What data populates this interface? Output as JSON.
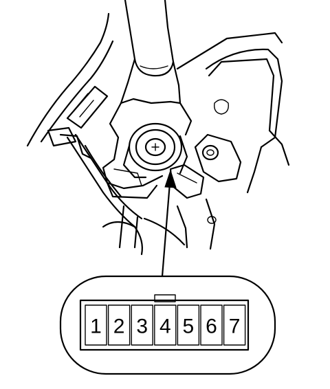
{
  "connector": {
    "pins": [
      "1",
      "2",
      "3",
      "4",
      "5",
      "6",
      "7"
    ]
  },
  "colors": {
    "line": "#000000",
    "background": "#ffffff"
  }
}
